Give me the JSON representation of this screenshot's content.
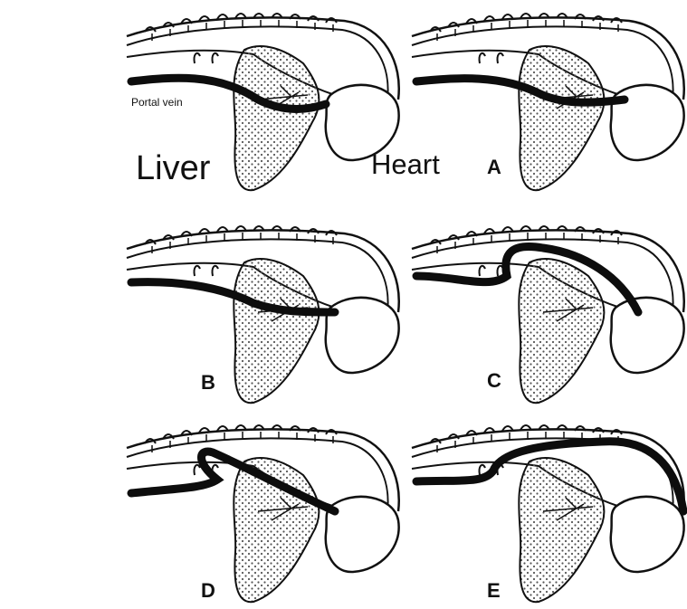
{
  "figure": {
    "labels": {
      "portal_vein": "Portal vein",
      "liver": "Liver",
      "heart": "Heart"
    },
    "panels": [
      {
        "id": "A",
        "letter": "A"
      },
      {
        "id": "B",
        "letter": "B"
      },
      {
        "id": "C",
        "letter": "C"
      },
      {
        "id": "D",
        "letter": "D"
      },
      {
        "id": "E",
        "letter": "E"
      }
    ],
    "colors": {
      "line": "#111111",
      "vessel": "#0d0d0d",
      "liver_dots": "#555555",
      "background": "#ffffff"
    }
  }
}
